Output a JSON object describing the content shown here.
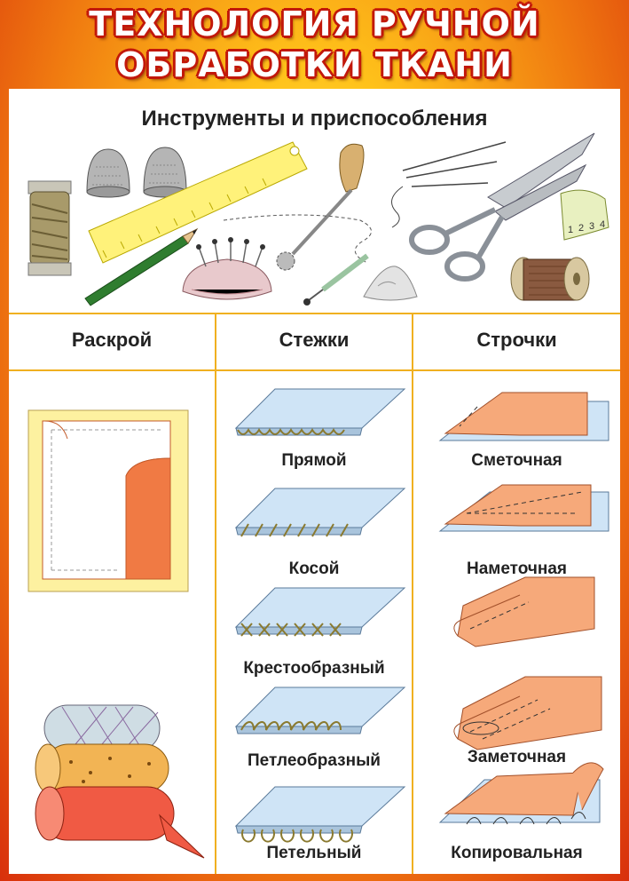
{
  "title": {
    "line1": "ТЕХНОЛОГИЯ РУЧНОЙ",
    "line2": "ОБРАБОТКИ ТКАНИ"
  },
  "tools": {
    "heading": "Инструменты и приспособления",
    "tape_marks": [
      "1",
      "2",
      "3",
      "4"
    ]
  },
  "columns": {
    "cutting": "Раскрой",
    "stitches": "Стежки",
    "seams": "Строчки"
  },
  "stitches": [
    "Прямой",
    "Косой",
    "Крестообразный",
    "Петлеобразный",
    "Петельный"
  ],
  "seams": [
    "Сметочная",
    "Наметочная",
    "Заметочная",
    "Копировальная"
  ],
  "colors": {
    "title_text": "#ffffff",
    "title_outline": "#c2180a",
    "divider": "#f0b020",
    "fabric_blue": "#cfe4f6",
    "fabric_orange": "#f6a97a"
  }
}
